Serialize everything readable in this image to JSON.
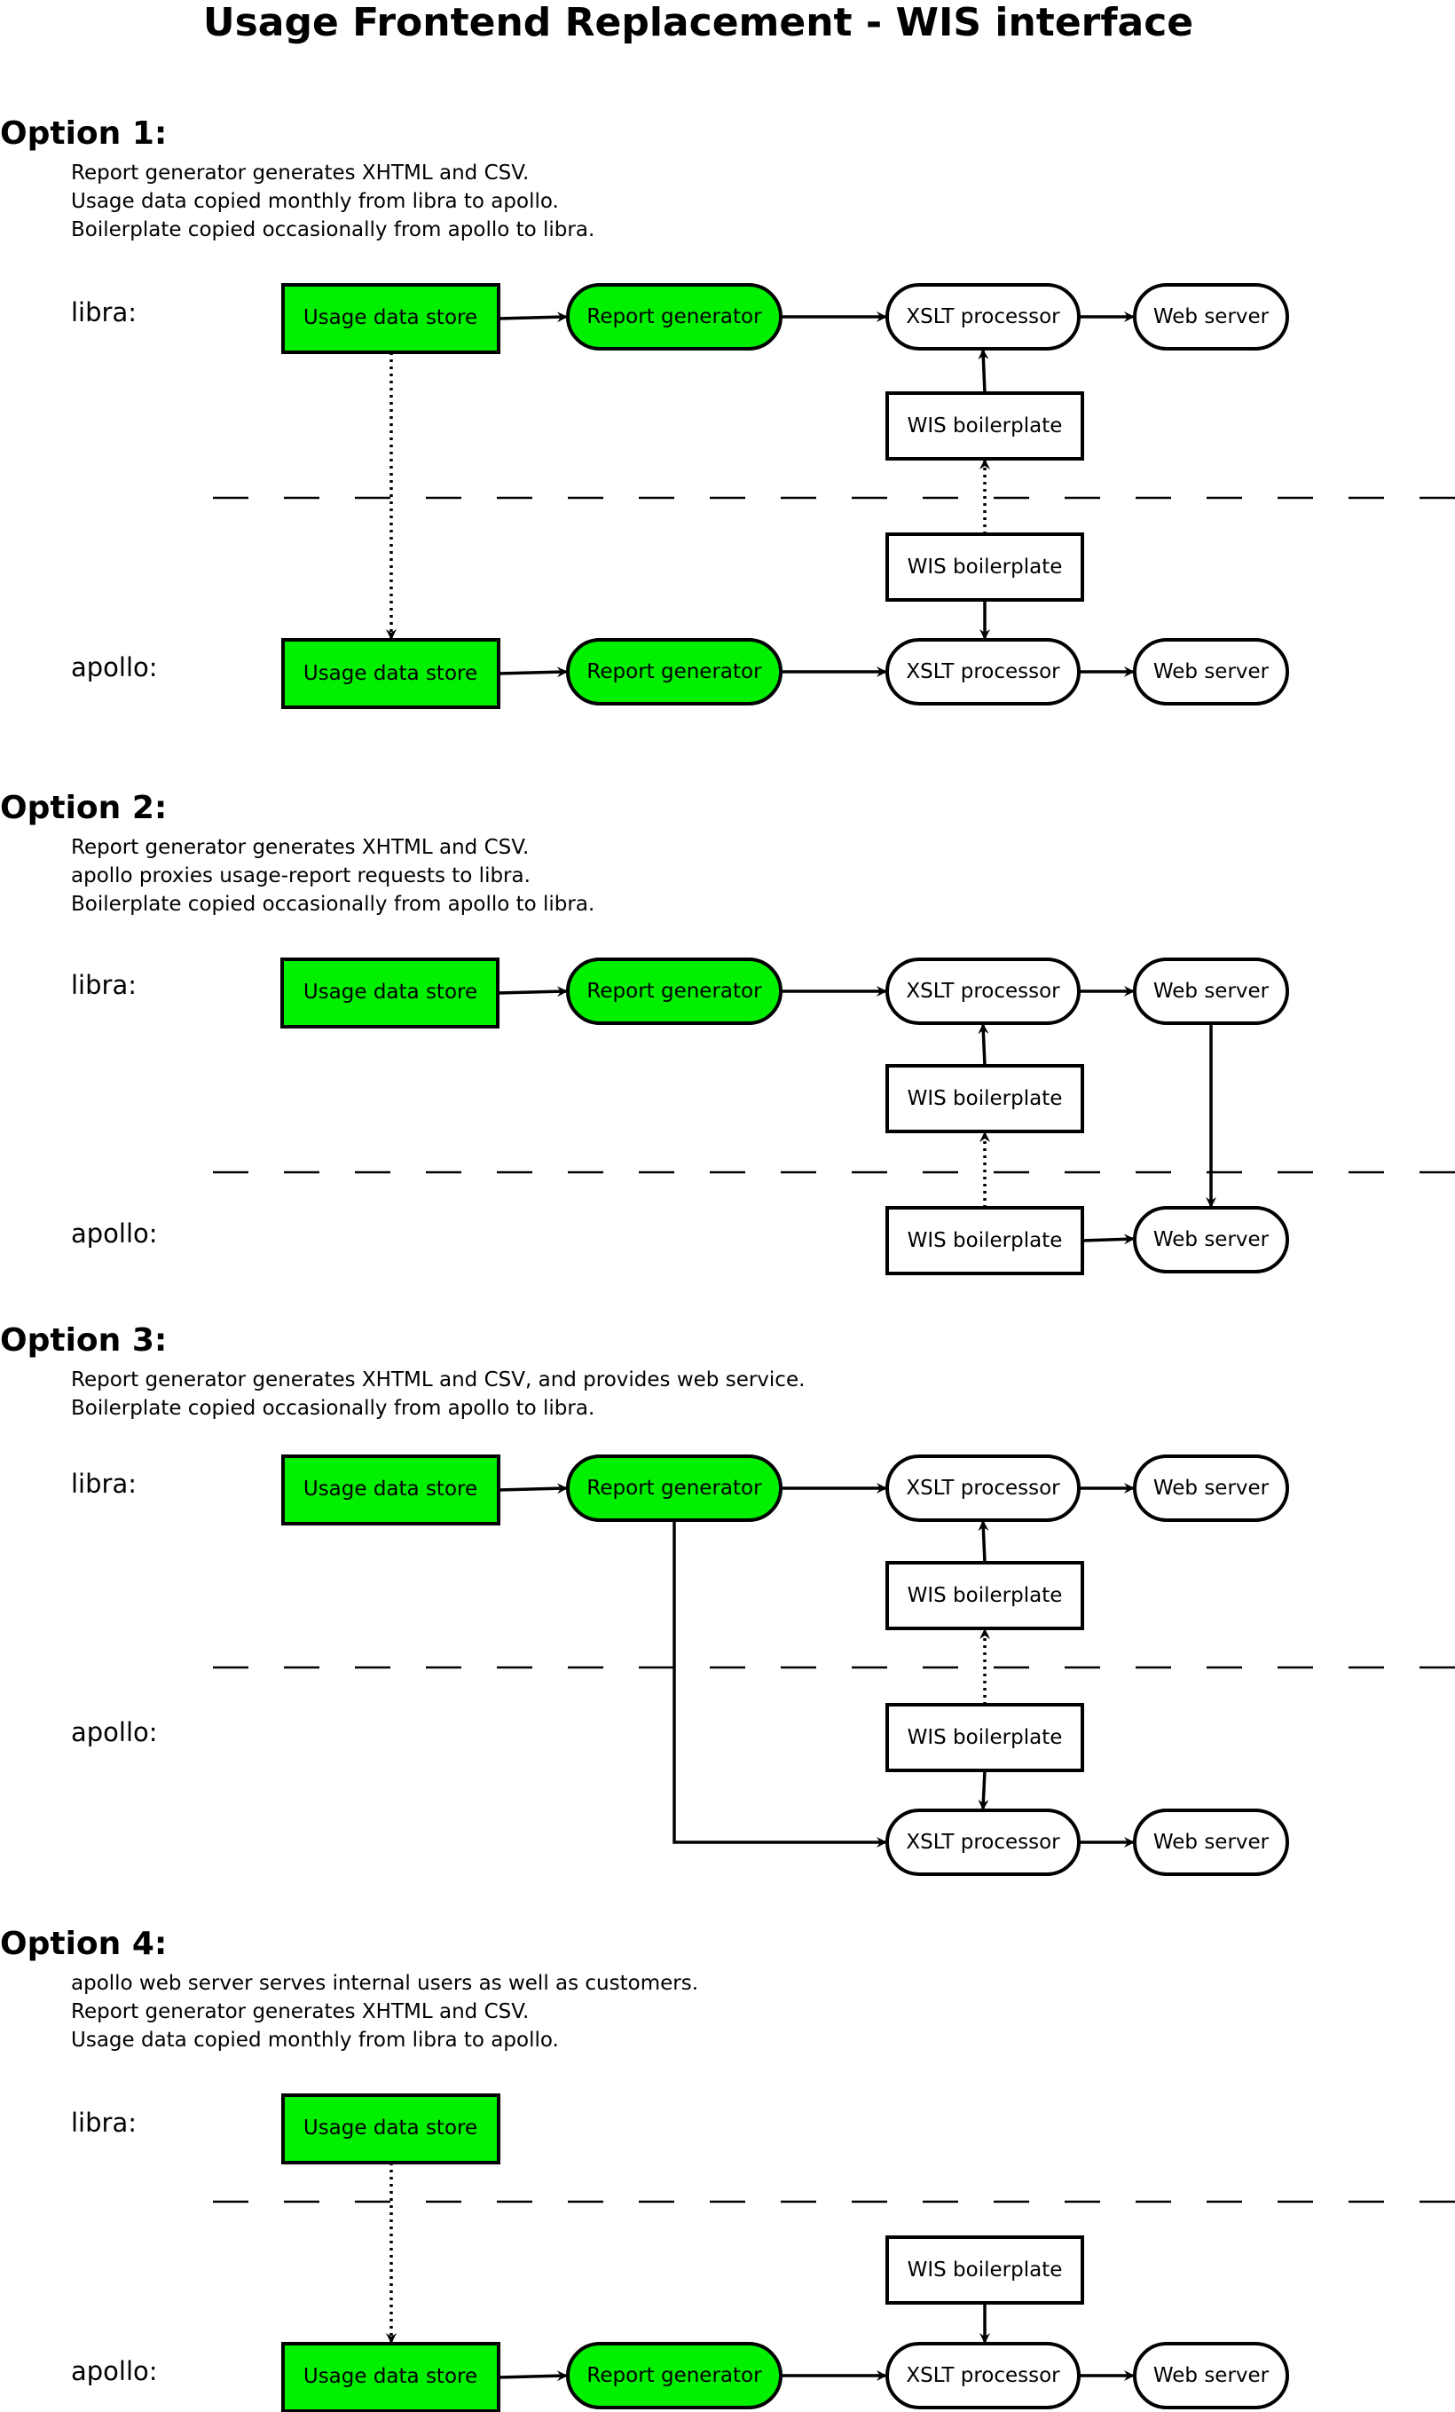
{
  "title": "Usage Frontend Replacement - WIS interface",
  "labels": {
    "usage_data_store": "Usage data store",
    "report_generator": "Report generator",
    "xslt_processor": "XSLT processor",
    "web_server": "Web server",
    "wis_boilerplate": "WIS boilerplate",
    "libra": "libra:",
    "apollo": "apollo:"
  },
  "options": [
    {
      "heading": "Option 1:",
      "lines": [
        "Report generator generates XHTML and CSV.",
        "Usage data copied monthly from libra to apollo.",
        "Boilerplate copied occasionally from apollo to libra."
      ]
    },
    {
      "heading": "Option 2:",
      "lines": [
        "Report generator generates XHTML and CSV.",
        "apollo proxies usage-report requests to libra.",
        "Boilerplate copied occasionally from apollo to libra."
      ]
    },
    {
      "heading": "Option 3:",
      "lines": [
        "Report generator generates XHTML and CSV, and provides web service.",
        "Boilerplate copied occasionally from apollo to libra."
      ]
    },
    {
      "heading": "Option 4:",
      "lines": [
        "apollo web server serves internal users as well as customers.",
        "Report generator generates XHTML and CSV.",
        "Usage data copied monthly from libra to apollo."
      ]
    }
  ],
  "colors": {
    "data_component": "#00f000",
    "other_component": "#ffffff",
    "stroke": "#000000"
  }
}
